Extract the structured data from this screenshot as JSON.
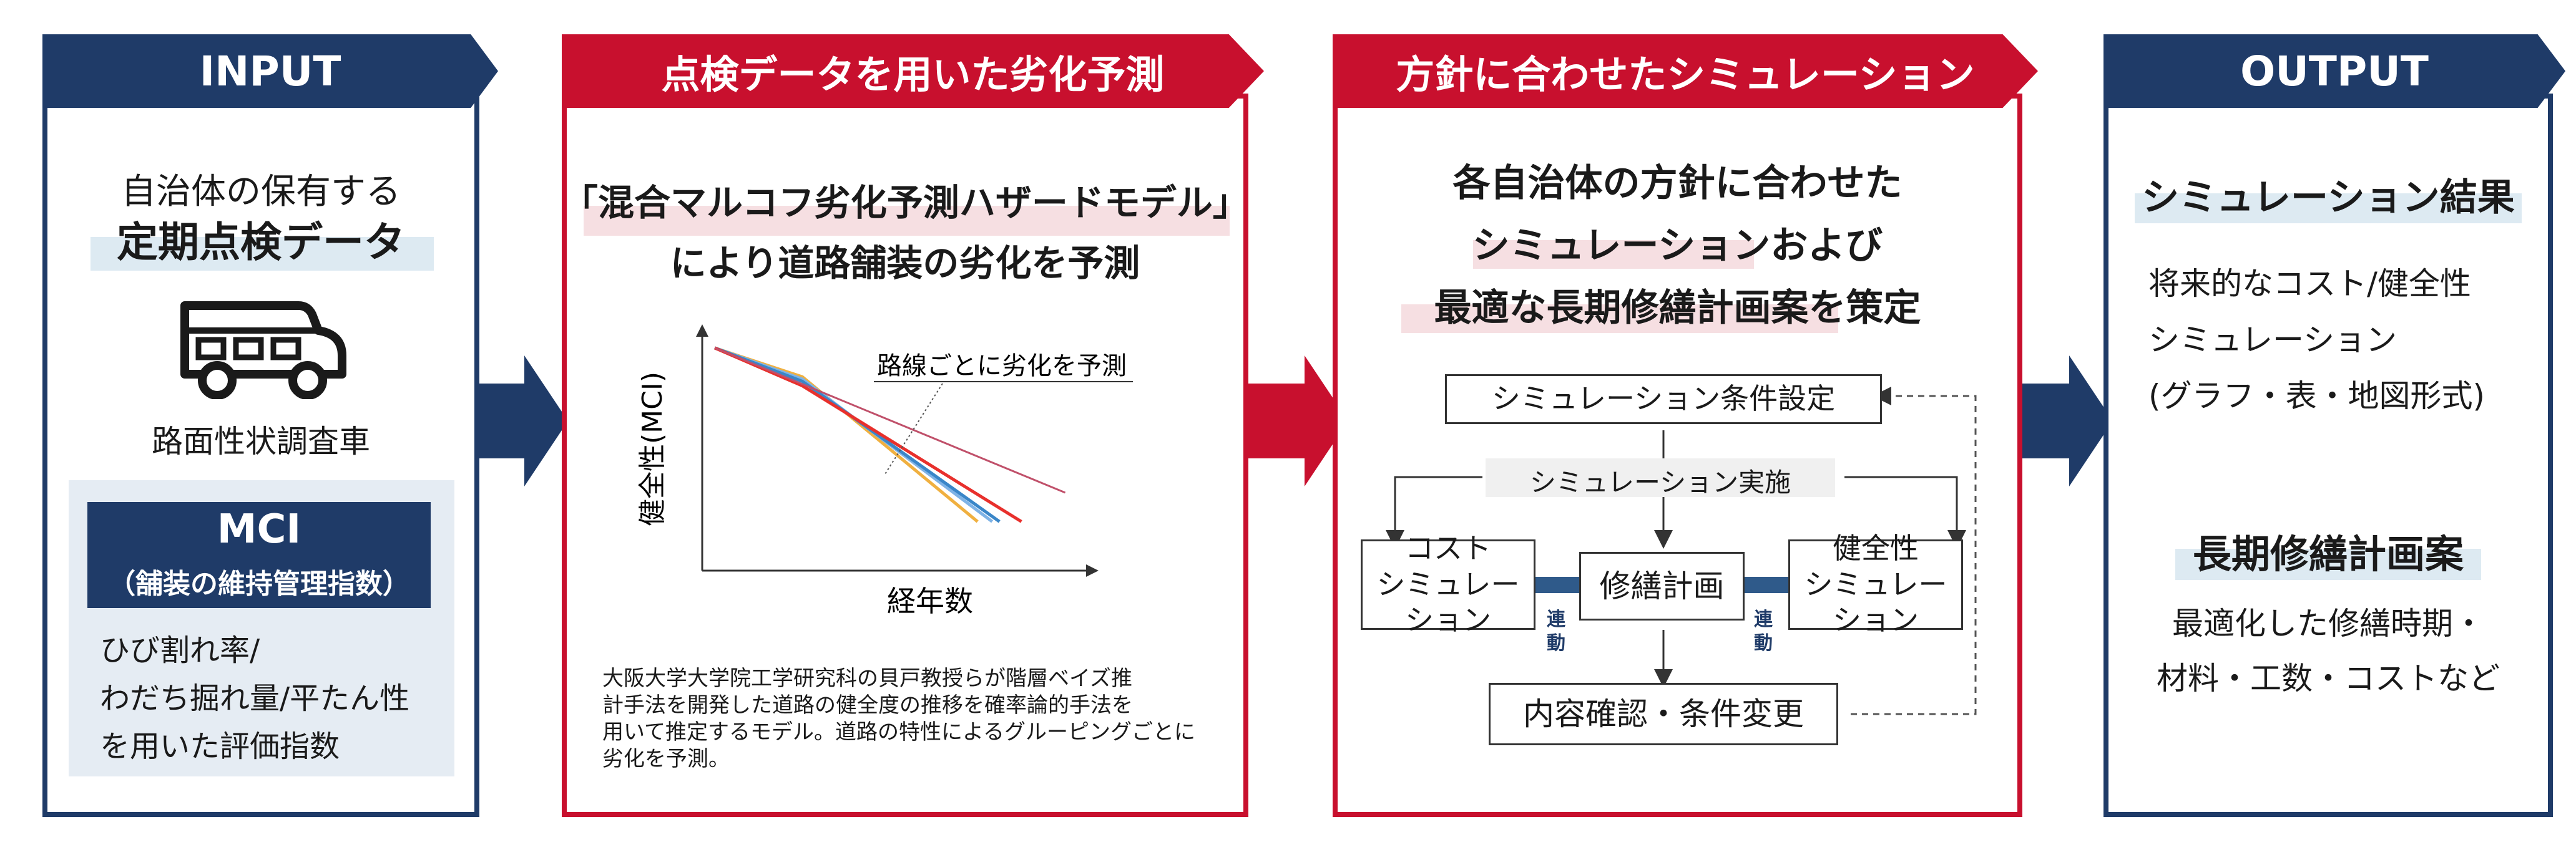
{
  "headers": {
    "input": "INPUT",
    "prediction": "点検データを用いた劣化予測",
    "simulation": "方針に合わせたシミュレーション",
    "output": "OUTPUT"
  },
  "input": {
    "line1": "自治体の保有する",
    "line2": "定期点検データ",
    "vehicle_label": "路面性状調査車",
    "mci_title": "MCI",
    "mci_subtitle": "（舗装の維持管理指数）",
    "mci_desc": [
      "ひび割れ率/",
      "わだち掘れ量/平たん性",
      "を用いた評価指数"
    ]
  },
  "prediction": {
    "model_title": "「混合マルコフ劣化予測ハザードモデル」",
    "model_sub": "により道路舗装の劣化を予測",
    "chart_annotation": "路線ごとに劣化を予測",
    "description": [
      "大阪大学大学院工学研究科の貝戸教授らが階層ベイズ推",
      "計手法を開発した道路の健全度の推移を確率論的手法を",
      "用いて推定するモデル。道路の特性によるグルーピングごとに",
      "劣化を予測。"
    ]
  },
  "chart_data": {
    "type": "line",
    "xlabel": "経年数",
    "ylabel": "健全性(MCI)",
    "annotation": "路線ごとに劣化を予測",
    "grid": false,
    "series": [
      {
        "color": "#f0b040",
        "x": [
          0,
          6,
          18
        ],
        "y": [
          10,
          8.7,
          2.2
        ]
      },
      {
        "color": "#7fb3e6",
        "x": [
          0,
          6,
          19
        ],
        "y": [
          10,
          8.6,
          2.2
        ]
      },
      {
        "color": "#3a86c8",
        "x": [
          0,
          6,
          19.5
        ],
        "y": [
          10,
          8.5,
          2.2
        ]
      },
      {
        "color": "#e8302c",
        "x": [
          0,
          6,
          21
        ],
        "y": [
          10,
          8.3,
          2.2
        ]
      },
      {
        "color": "#c0506a",
        "x": [
          0,
          24
        ],
        "y": [
          10,
          3.5
        ]
      }
    ]
  },
  "simulation": {
    "title": [
      "各自治体の方針に合わせた",
      "シミュレーションおよび",
      "最適な長期修繕計画案を策定"
    ],
    "flow": {
      "condition": "シミュレーション条件設定",
      "run": "シミュレーション実施",
      "cost": [
        "コスト",
        "シミュレーション"
      ],
      "repair": "修繕計画",
      "health": [
        "健全性",
        "シミュレーション"
      ],
      "link_label": [
        "連",
        "動"
      ],
      "confirm": "内容確認・条件変更"
    }
  },
  "output": {
    "result_title": "シミュレーション結果",
    "result_desc": [
      "将来的なコスト/健全性",
      "シミュレーション",
      "(グラフ・表・地図形式)"
    ],
    "plan_title": "長期修繕計画案",
    "plan_desc": [
      "最適化した修繕時期・",
      "材料・工数・コストなど"
    ]
  },
  "colors": {
    "navy": "#1f3b68",
    "red": "#c8102e",
    "highlight_blue": "#ddeaf2",
    "highlight_pink": "#f6dfe2"
  }
}
